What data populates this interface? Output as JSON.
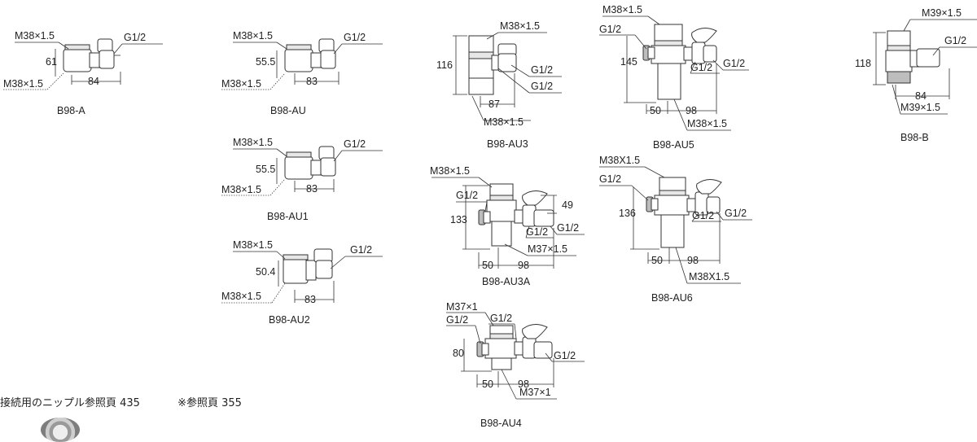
{
  "figures": [
    {
      "id": "b98-a",
      "caption": "B98-A",
      "labels": [
        "M38×1.5",
        "G1/2",
        "61",
        "84",
        "M38×1.5"
      ]
    },
    {
      "id": "b98-au",
      "caption": "B98-AU",
      "labels": [
        "M38×1.5",
        "G1/2",
        "55.5",
        "83",
        "M38×1.5"
      ]
    },
    {
      "id": "b98-au1",
      "caption": "B98-AU1",
      "labels": [
        "M38×1.5",
        "G1/2",
        "55.5",
        "83",
        "M38×1.5"
      ]
    },
    {
      "id": "b98-au2",
      "caption": "B98-AU2",
      "labels": [
        "M38×1.5",
        "G1/2",
        "50.4",
        "83",
        "M38×1.5"
      ]
    },
    {
      "id": "b98-au3",
      "caption": "B98-AU3",
      "labels": [
        "M38×1.5",
        "116",
        "G1/2",
        "G1/2",
        "87",
        "M38×1.5"
      ]
    },
    {
      "id": "b98-au3a",
      "caption": "B98-AU3A",
      "labels": [
        "M38×1.5",
        "G1/2",
        "49",
        "133",
        "G1/2",
        "G1/2",
        "M37×1.5",
        "50",
        "98"
      ]
    },
    {
      "id": "b98-au4",
      "caption": "B98-AU4",
      "labels": [
        "M37×1",
        "G1/2",
        "G1/2",
        "80",
        "G1/2",
        "50",
        "98",
        "M37×1"
      ]
    },
    {
      "id": "b98-au5",
      "caption": "B98-AU5",
      "labels": [
        "M38×1.5",
        "G1/2",
        "145",
        "G1/2",
        "G1/2",
        "50",
        "98",
        "M38×1.5"
      ]
    },
    {
      "id": "b98-au6",
      "caption": "B98-AU6",
      "labels": [
        "M38X1.5",
        "G1/2",
        "136",
        "G1/2",
        "G1/2",
        "50",
        "98",
        "M38X1.5"
      ]
    },
    {
      "id": "b98-b",
      "caption": "B98-B",
      "labels": [
        "M39×1.5",
        "G1/2",
        "118",
        "84",
        "M39×1.5"
      ]
    }
  ],
  "footer": {
    "note1": "接続用のニップル参照頁 435",
    "note2": "※参照頁 355"
  }
}
